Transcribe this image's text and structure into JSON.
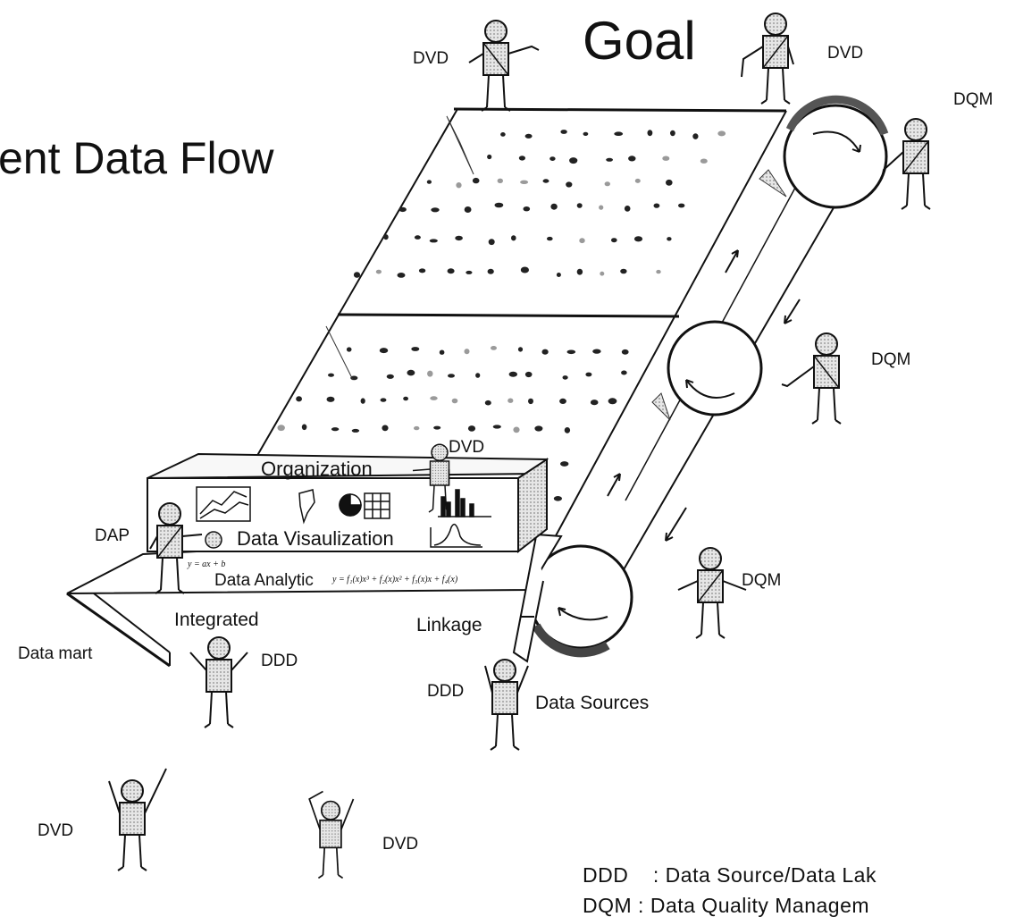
{
  "title": "ent Data Flow",
  "goal": "Goal",
  "box": {
    "organization": "Organization",
    "visualization": "Data Visaulization",
    "analytic": "Data Analytic",
    "formula_left": "y = ax + b",
    "formula_right": "y = f₁(x)x³ + f₂(x)x² + f₃(x)x + f₄(x)"
  },
  "platform": {
    "data_mart": "Data mart",
    "integrated": "Integrated",
    "linkage": "Linkage",
    "data_sources": "Data Sources"
  },
  "figures": {
    "dvd_top_left": "DVD",
    "dvd_top_right": "DVD",
    "dqm_upper": "DQM",
    "dqm_middle": "DQM",
    "dqm_lower": "DQM",
    "dvd_box": "DVD",
    "dap": "DAP",
    "ddd_left": "DDD",
    "ddd_right": "DDD",
    "dvd_bottom_left": "DVD",
    "dvd_bottom_mid": "DVD"
  },
  "legend": {
    "line1": "DDD    : Data Source/Data Lak",
    "line2": "DQM : Data Quality Managem"
  }
}
